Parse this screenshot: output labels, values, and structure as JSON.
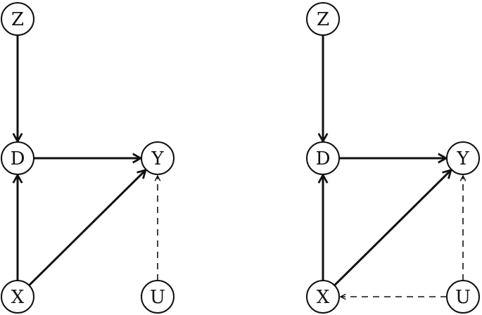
{
  "diagrams": [
    {
      "id": "left",
      "nodes": [
        {
          "id": "Z",
          "label": "Z"
        },
        {
          "id": "D",
          "label": "D"
        },
        {
          "id": "Y",
          "label": "Y"
        },
        {
          "id": "X",
          "label": "X"
        },
        {
          "id": "U",
          "label": "U"
        }
      ],
      "edges": [
        {
          "from": "Z",
          "to": "D",
          "style": "solid"
        },
        {
          "from": "D",
          "to": "Y",
          "style": "solid"
        },
        {
          "from": "X",
          "to": "D",
          "style": "solid"
        },
        {
          "from": "X",
          "to": "Y",
          "style": "solid"
        },
        {
          "from": "U",
          "to": "Y",
          "style": "dashed"
        }
      ]
    },
    {
      "id": "right",
      "nodes": [
        {
          "id": "Z",
          "label": "Z"
        },
        {
          "id": "D",
          "label": "D"
        },
        {
          "id": "Y",
          "label": "Y"
        },
        {
          "id": "X",
          "label": "X"
        },
        {
          "id": "U",
          "label": "U"
        }
      ],
      "edges": [
        {
          "from": "Z",
          "to": "D",
          "style": "solid"
        },
        {
          "from": "D",
          "to": "Y",
          "style": "solid"
        },
        {
          "from": "X",
          "to": "D",
          "style": "solid"
        },
        {
          "from": "X",
          "to": "Y",
          "style": "solid"
        },
        {
          "from": "U",
          "to": "Y",
          "style": "dashed"
        },
        {
          "from": "U",
          "to": "X",
          "style": "dashed"
        }
      ]
    }
  ],
  "colors": {
    "stroke": "#111111",
    "background": "#ffffff"
  }
}
